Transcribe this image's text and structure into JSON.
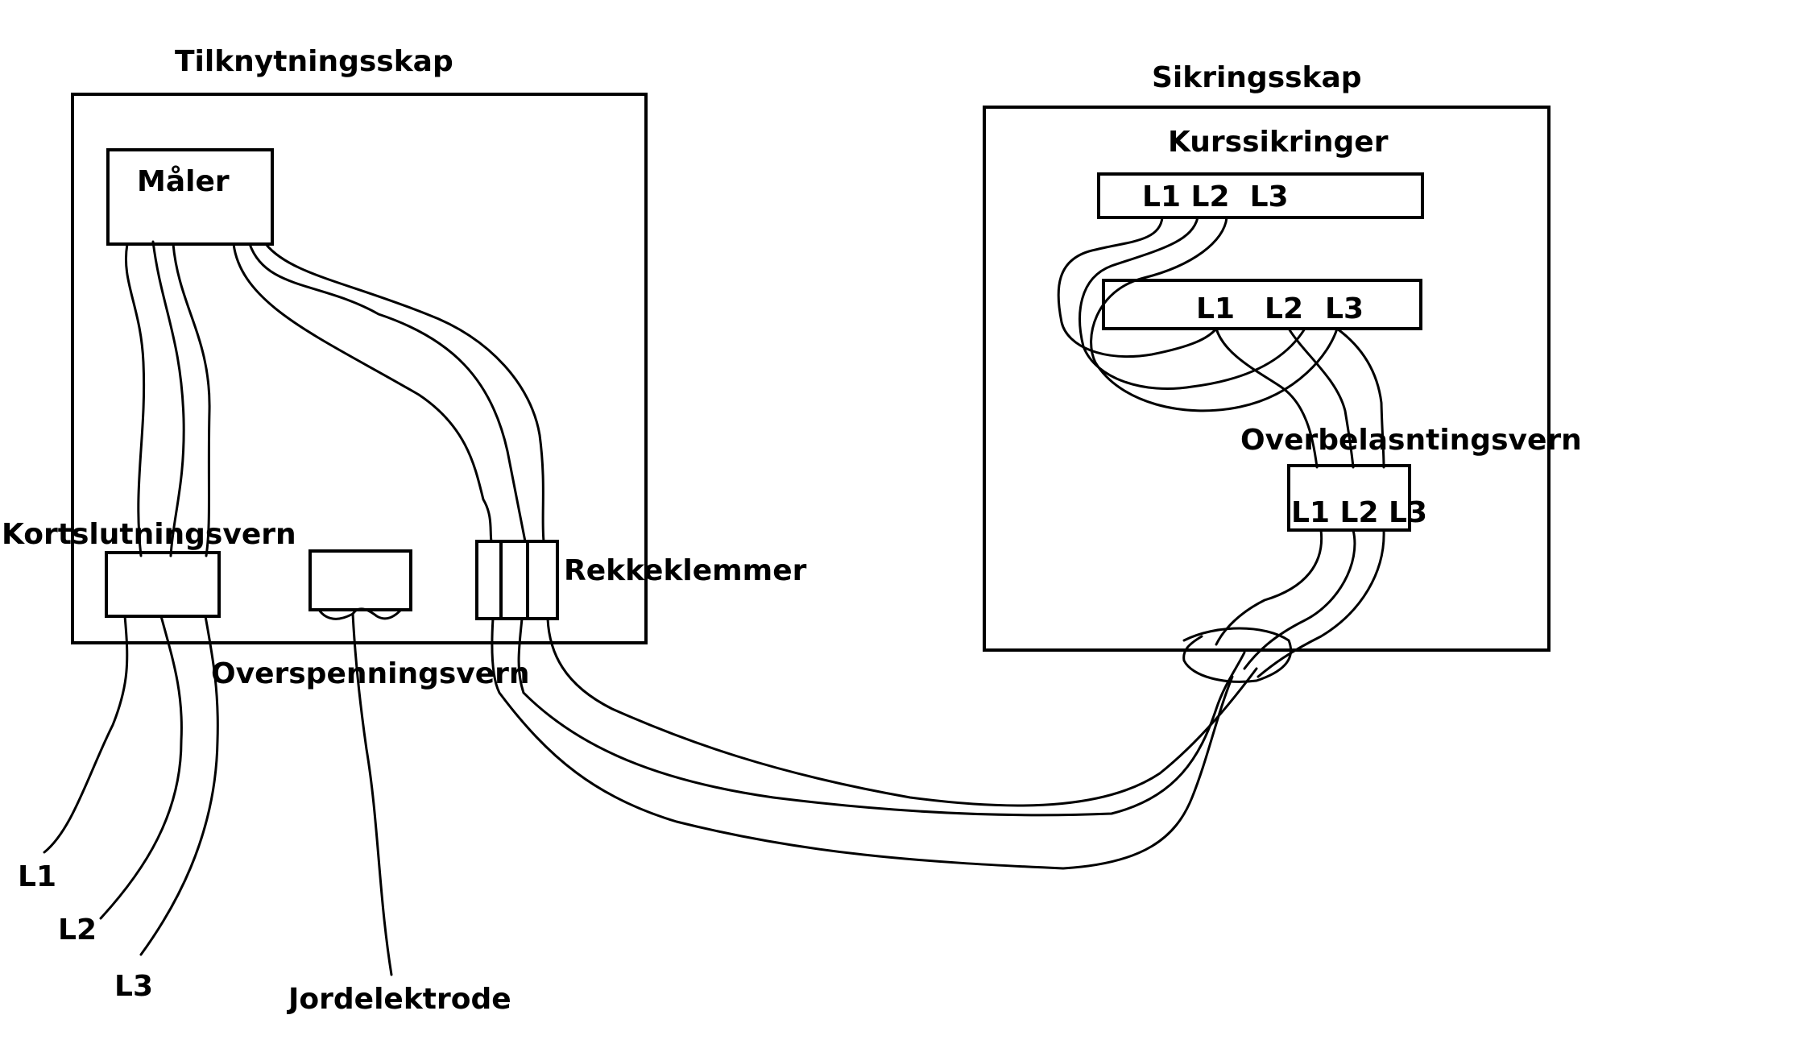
{
  "labels": {
    "tilknytningsskap": "Tilknytningsskap",
    "maler": "Måler",
    "kortslutningsvern": "Kortslutningsvern",
    "overspenningsvern": "Overspenningsvern",
    "rekkeklemmer": "Rekkeklemmer",
    "jordelektrode": "Jordelektrode",
    "sikringsskap": "Sikringsskap",
    "kurssikringer": "Kurssikringer",
    "overbelastningsvern": "Overbelasntingsvern",
    "incoming_l1": "L1",
    "incoming_l2": "L2",
    "incoming_l3": "L3",
    "kurs_top_phases": "L1 L2  L3",
    "kurs_bottom_l1": "L1",
    "kurs_bottom_l2": "L2",
    "kurs_bottom_l3": "L3",
    "overbelastning_phases": "L1 L2 L3"
  }
}
